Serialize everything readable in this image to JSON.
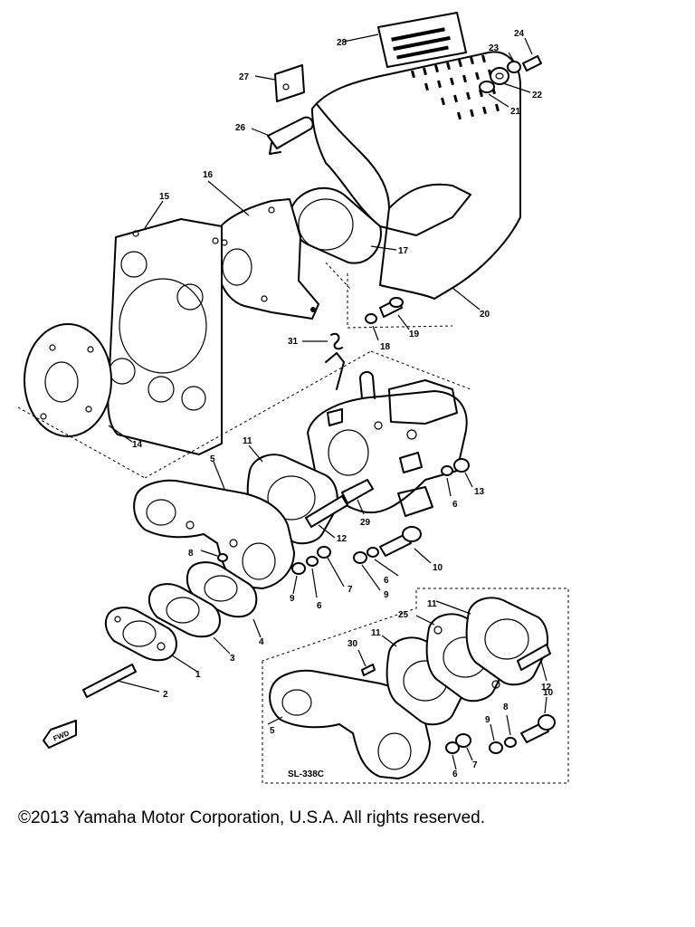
{
  "callouts": [
    "1",
    "2",
    "3",
    "4",
    "5",
    "6",
    "7",
    "8",
    "9",
    "10",
    "11",
    "12",
    "13",
    "14",
    "15",
    "16",
    "17",
    "18",
    "19",
    "20",
    "21",
    "22",
    "23",
    "24",
    "25",
    "26",
    "27",
    "28",
    "29",
    "30",
    "31"
  ],
  "subassembly": {
    "label": "SL-338C"
  },
  "fwd_tag": "FWD",
  "copyright": "©2013 Yamaha Motor Corporation, U.S.A. All rights reserved."
}
